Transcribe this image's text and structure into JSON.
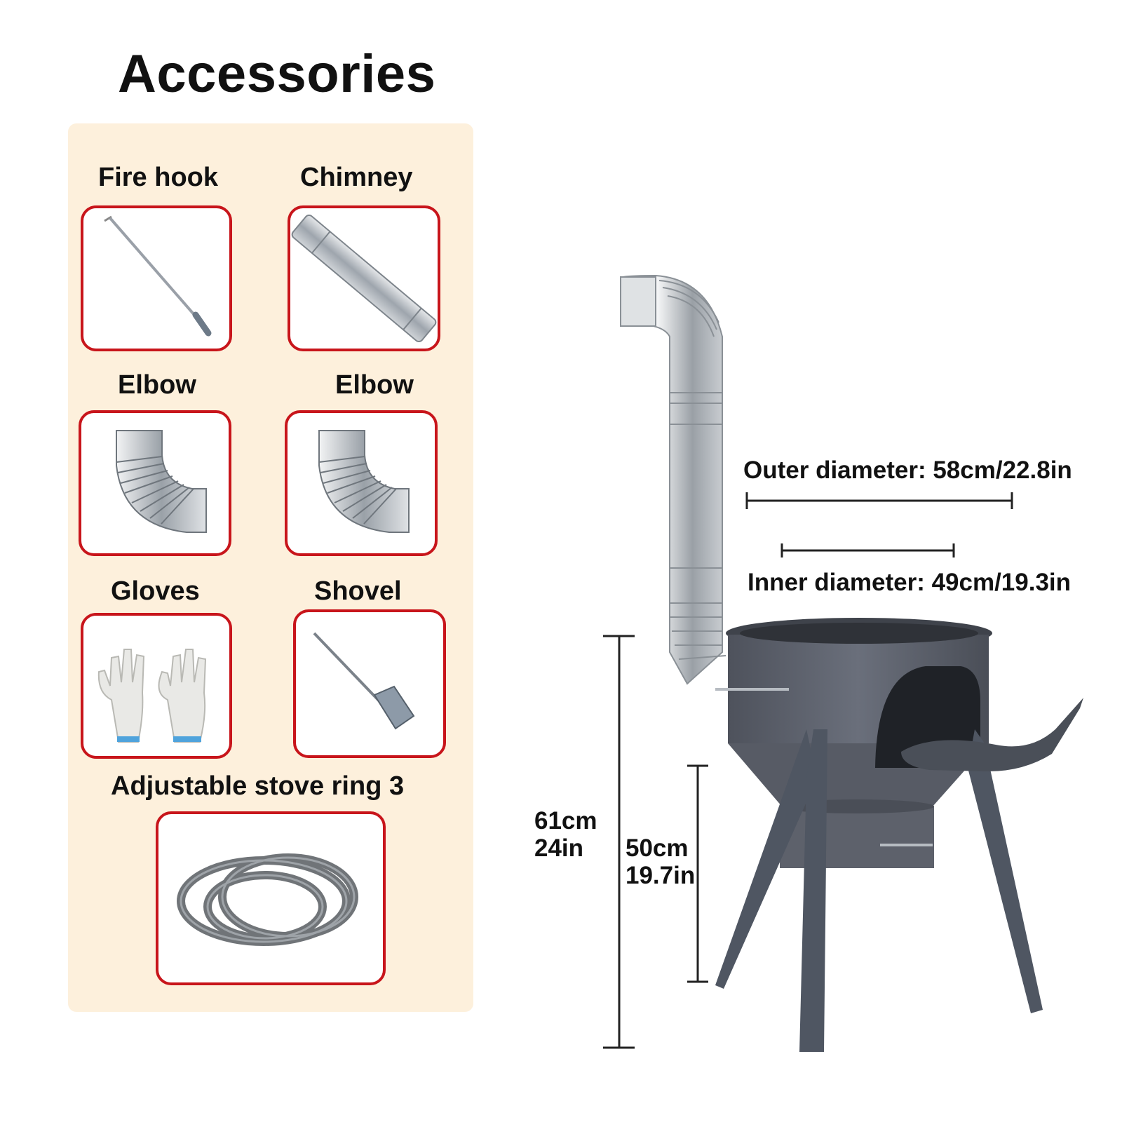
{
  "title": "Accessories",
  "accessories": [
    {
      "label": "Fire hook",
      "icon": "fire-hook-icon"
    },
    {
      "label": "Chimney",
      "icon": "chimney-pipe-icon"
    },
    {
      "label": "Elbow",
      "icon": "elbow-pipe-icon"
    },
    {
      "label": "Elbow",
      "icon": "elbow-pipe-icon"
    },
    {
      "label": "Gloves",
      "icon": "gloves-icon"
    },
    {
      "label": "Shovel",
      "icon": "shovel-icon"
    },
    {
      "label": "Adjustable stove ring 3",
      "icon": "stove-rings-icon"
    }
  ],
  "dimensions": {
    "outer": "Outer diameter: 58cm/22.8in",
    "inner": "Inner diameter: 49cm/19.3in",
    "total_height_cm": "61cm",
    "total_height_in": "24in",
    "body_height_cm": "50cm",
    "body_height_in": "19.7in"
  },
  "colors": {
    "accent": "#c8151b",
    "panel": "#fdf0dc",
    "stove": "#5a5f6b"
  }
}
